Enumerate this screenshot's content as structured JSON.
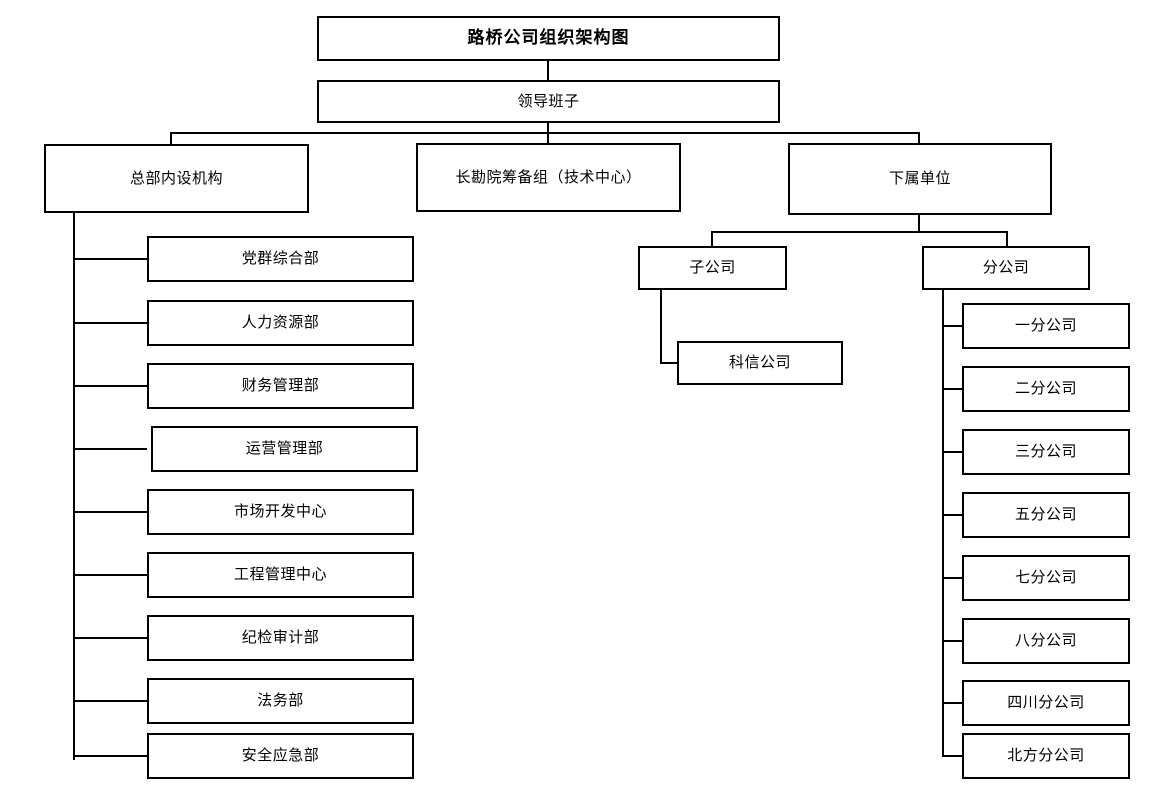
{
  "chart_data": {
    "type": "diagram",
    "diagram_type": "organization-chart",
    "title": "路桥公司组织架构图",
    "orientation": "top-down",
    "nodes": [
      {
        "id": "title",
        "label": "路桥公司组织架构图",
        "level": 0
      },
      {
        "id": "leadership",
        "label": "领导班子",
        "level": 1
      },
      {
        "id": "hq",
        "label": "总部内设机构",
        "level": 2
      },
      {
        "id": "tech",
        "label": "长勘院筹备组（技术中心）",
        "level": 2
      },
      {
        "id": "subord",
        "label": "下属单位",
        "level": 2
      },
      {
        "id": "sub-co",
        "label": "子公司",
        "level": 3
      },
      {
        "id": "branch-co",
        "label": "分公司",
        "level": 3
      },
      {
        "id": "kexin",
        "label": "科信公司",
        "level": 4
      }
    ],
    "edges": [
      {
        "from": "title",
        "to": "leadership"
      },
      {
        "from": "leadership",
        "to": "hq"
      },
      {
        "from": "leadership",
        "to": "tech"
      },
      {
        "from": "leadership",
        "to": "subord"
      },
      {
        "from": "hq",
        "to": "departments"
      },
      {
        "from": "subord",
        "to": "sub-co"
      },
      {
        "from": "subord",
        "to": "branch-co"
      },
      {
        "from": "sub-co",
        "to": "kexin"
      },
      {
        "from": "branch-co",
        "to": "branches"
      }
    ]
  },
  "chart": {
    "title": "路桥公司组织架构图",
    "leadership": "领导班子",
    "level2": {
      "headquarters": "总部内设机构",
      "tech_center": "长勘院筹备组（技术中心）",
      "subordinate_units": "下属单位"
    },
    "departments": [
      {
        "label": "党群综合部"
      },
      {
        "label": "人力资源部"
      },
      {
        "label": "财务管理部"
      },
      {
        "label": "运营管理部"
      },
      {
        "label": "市场开发中心"
      },
      {
        "label": "工程管理中心"
      },
      {
        "label": "纪检审计部"
      },
      {
        "label": "法务部"
      },
      {
        "label": "安全应急部"
      }
    ],
    "subsidiary": {
      "label": "子公司",
      "children": [
        {
          "label": "科信公司"
        }
      ]
    },
    "branch": {
      "label": "分公司",
      "children": [
        {
          "label": "一分公司"
        },
        {
          "label": "二分公司"
        },
        {
          "label": "三分公司"
        },
        {
          "label": "五分公司"
        },
        {
          "label": "七分公司"
        },
        {
          "label": "八分公司"
        },
        {
          "label": "四川分公司"
        },
        {
          "label": "北方分公司"
        }
      ]
    },
    "colors": {
      "border": "#000000",
      "background": "#ffffff",
      "text": "#000000"
    }
  }
}
